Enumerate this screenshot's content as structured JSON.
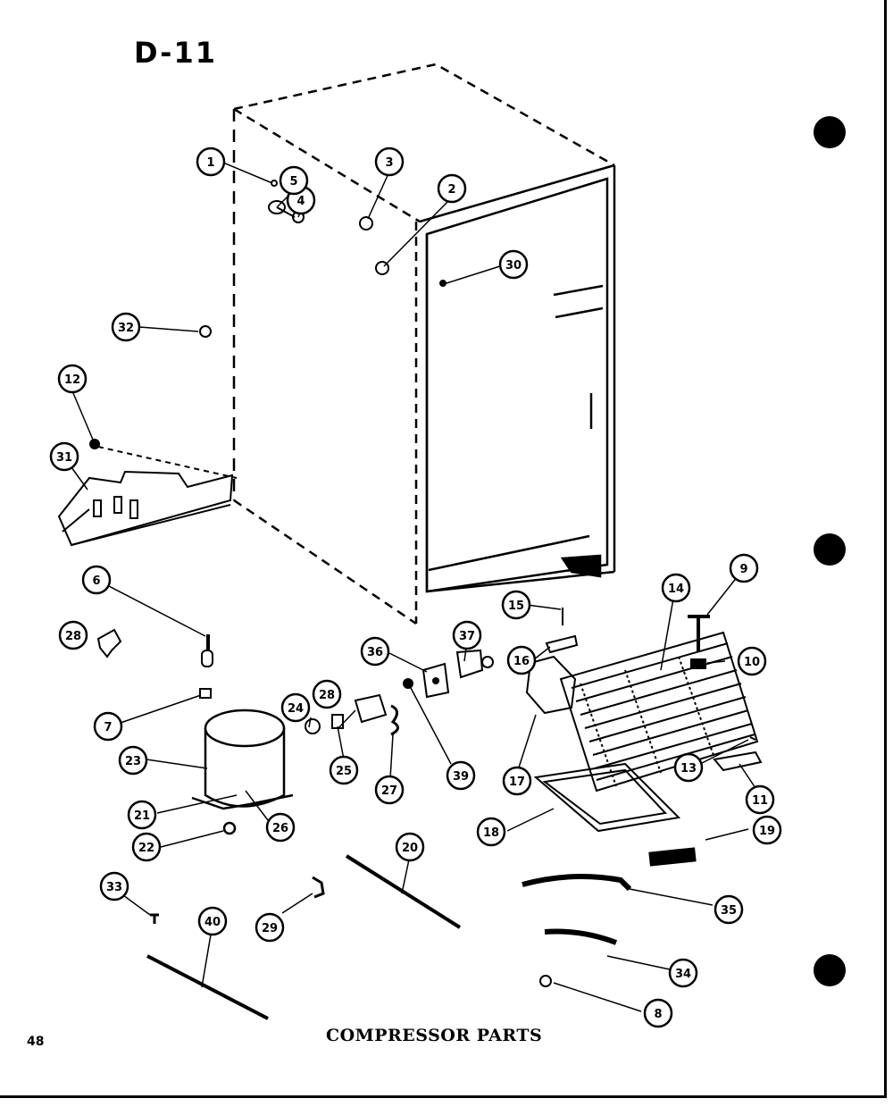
{
  "page": {
    "title": "D-11",
    "caption": "COMPRESSOR PARTS",
    "page_number": "48"
  },
  "callouts": [
    "1",
    "2",
    "3",
    "4",
    "5",
    "30",
    "32",
    "12",
    "31",
    "6",
    "28",
    "7",
    "23",
    "21",
    "22",
    "26",
    "24",
    "25",
    "28",
    "27",
    "36",
    "37",
    "39",
    "15",
    "16",
    "17",
    "14",
    "9",
    "10",
    "13",
    "11",
    "18",
    "19",
    "33",
    "40",
    "29",
    "20",
    "35",
    "34",
    "8"
  ]
}
